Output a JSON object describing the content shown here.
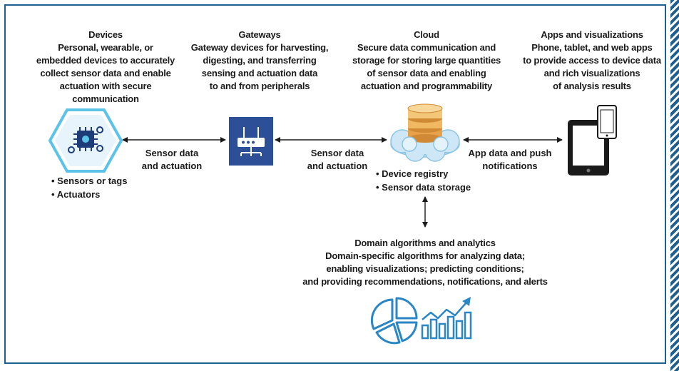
{
  "columns": [
    {
      "id": "devices",
      "title": "Devices",
      "desc": "Personal, wearable, or\nembedded devices to accurately\ncollect sensor data and enable\nactuation with secure\ncommunication"
    },
    {
      "id": "gateways",
      "title": "Gateways",
      "desc": "Gateway devices for harvesting,\ndigesting, and transferring\nsensing and actuation data\nto and from peripherals"
    },
    {
      "id": "cloud",
      "title": "Cloud",
      "desc": "Secure data communication and\nstorage for storing large quantities\nof sensor data and enabling\nactuation and programmability"
    },
    {
      "id": "apps",
      "title": "Apps and visualizations",
      "desc": "Phone, tablet, and web apps\nto provide access to device data\nand rich visualizations\nof analysis results"
    }
  ],
  "connectors": {
    "devices_gateways": "Sensor data\nand actuation",
    "gateways_cloud": "Sensor data\nand actuation",
    "cloud_apps": "App data and push\nnotifications"
  },
  "device_bullets": [
    "Sensors or tags",
    "Actuators"
  ],
  "cloud_bullets": [
    "Device registry",
    "Sensor data storage"
  ],
  "analytics": {
    "title": "Domain algorithms and analytics",
    "desc": "Domain-specific algorithms for analyzing data;\nenabling visualizations; predicting conditions;\nand providing recommendations, notifications, and alerts"
  },
  "colors": {
    "accent": "#1e5f8f",
    "icon_blue": "#2b86c5",
    "gateway_box": "#2d4f98",
    "hexagon_border": "#5bc3e8",
    "cloud_blue": "#9fd0ee",
    "database_gold": "#e8a24a",
    "tablet": "#1a1a1a"
  },
  "icons": [
    "chip-icon",
    "router-icon",
    "cloud-database-icon",
    "tablet-phone-icon",
    "pie-chart-icon",
    "growth-chart-icon"
  ]
}
